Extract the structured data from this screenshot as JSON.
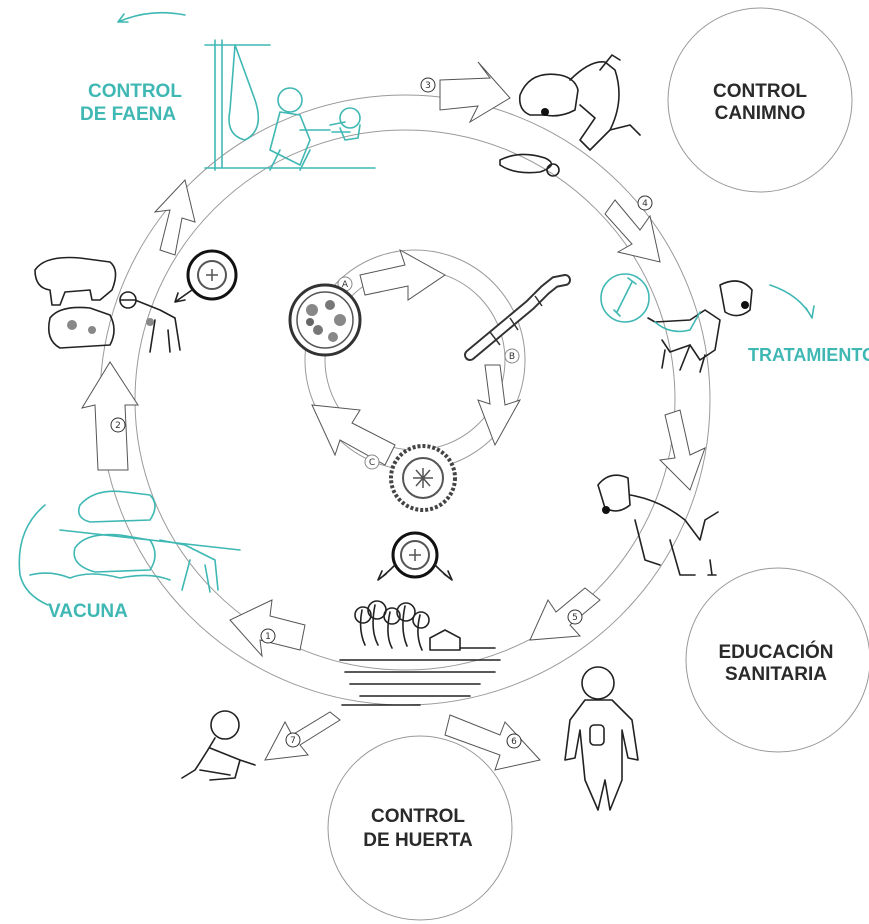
{
  "labels": {
    "control_faena": [
      "CONTROL",
      "DE FAENA"
    ],
    "control_canimno": [
      "CONTROL",
      "CANIMNO"
    ],
    "tratamiento": "TRATAMIENTO",
    "educacion_sanitaria": [
      "EDUCACIÓN",
      "SANITARIA"
    ],
    "control_huerta": [
      "CONTROL",
      "DE HUERTA"
    ],
    "vacuna": "VACUNA"
  },
  "step_numbers": [
    "1",
    "2",
    "3",
    "4",
    "5",
    "6",
    "7"
  ],
  "inner_cycle_letters": [
    "A",
    "B",
    "C"
  ],
  "colors": {
    "accent": "#3fb8b4",
    "ink": "#2a2a2a",
    "line": "#9a9a9a"
  }
}
